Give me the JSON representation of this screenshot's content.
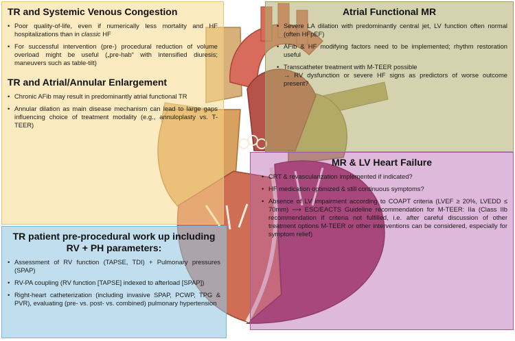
{
  "panels": {
    "tr_venous": {
      "title": "TR and Systemic Venous Congestion",
      "bullets": [
        [
          "Poor quality-of-life, even if numerically less mortality and HF hospitalizations than in ",
          "classic",
          " HF"
        ],
        "For successful intervention (pre-) procedural reduction of volume overload might be useful („pre-hab“ with intensified diuresis; maneuvers such as table-tilt)"
      ]
    },
    "tr_atrial": {
      "title": "TR and Atrial/Annular Enlargement",
      "bullets": [
        "Chronic AFib may result in predominantly atrial functional TR",
        "Annular dilation as main disease mechanism can lead to large gaps influencing choice of treatment modality (e.g., annuloplasty vs. T-TEER)"
      ]
    },
    "atrial_mr": {
      "title": "Atrial Functional MR",
      "bullets": [
        "Severe LA dilation with predominantly central jet, LV function often normal (often HFpEF)",
        "AFib & HF modifying factors need to be implemented; rhythm restoration useful",
        "Transcatheter treatment with M-TEER possible"
      ],
      "arrow_note": "→ RV dysfunction or severe HF signs as predictors of worse outcome present?"
    },
    "mr_lv": {
      "title": "MR & LV Heart Failure",
      "bullets": [
        "CRT & revascularization implemented if indicated?",
        "HF medication optimized & still continuous symptoms?",
        "Absence of LV impairment according to COAPT criteria (LVEF ≥ 20%, LVEDD ≤ 70mm) ⟶ ESC/EACTS Guideline recommendation for M-TEER: IIa (Class IIb recommendation if criteria not fulfilled, i.e. after careful discussion of other treatment options M-TEER or other interventions can be considered, especially for symptom relief)"
      ]
    },
    "workup": {
      "title": "TR patient pre-procedural work up including RV + PH parameters:",
      "bullets": [
        "Assessment of RV function (TAPSE, TDI) + Pulmonary pressures (SPAP)",
        "RV-PA coupling (RV function [TAPSE] indexed to afterload [SPAP])",
        "Right-heart catheterization (including invasive SPAP, PCWP, TPG & PVR), evaluating (pre- vs. post- vs. combined) pulmonary hypertension"
      ]
    }
  },
  "colors": {
    "yellow": "#fadb8c",
    "olive": "#b2af6e",
    "purple": "#b964af",
    "blue": "#96c8e1",
    "heart_red": "#c0504d",
    "heart_maroon": "#8c2a4a"
  }
}
